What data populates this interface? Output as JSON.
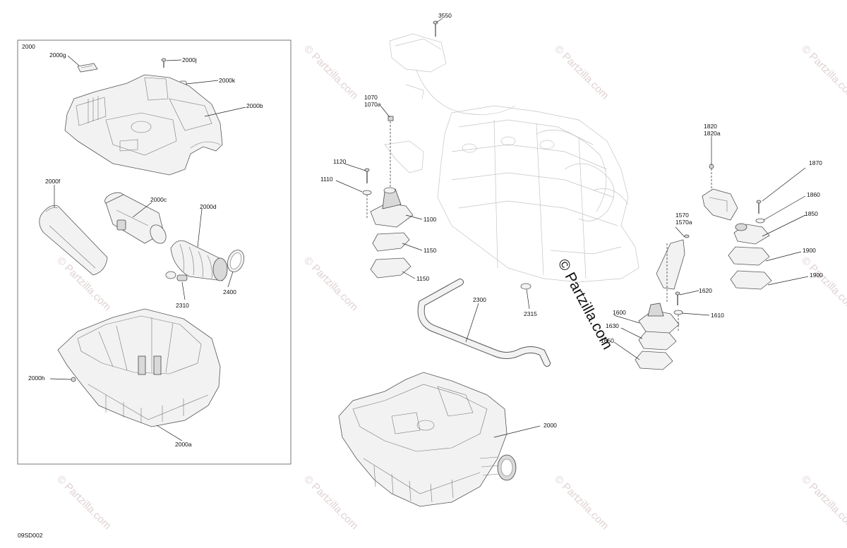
{
  "diagram": {
    "figure_code": "09SD002",
    "inset_title": "2000",
    "watermark_text": "© Partzilla.com",
    "main_watermark": "© Partzilla.com",
    "callouts": {
      "c2000g": "2000g",
      "c2000j": "2000j",
      "c2000k": "2000k",
      "c2000b": "2000b",
      "c2000f": "2000f",
      "c2000c": "2000c",
      "c2000d": "2000d",
      "c2310": "2310",
      "c2400": "2400",
      "c2000h": "2000h",
      "c2000a": "2000a",
      "c3550": "3550",
      "c1070": "1070",
      "c1070a": "1070a",
      "c1120": "1120",
      "c1110": "1110",
      "c1100": "1100",
      "c1150a": "1150",
      "c1150b": "1150",
      "c2300": "2300",
      "c2315": "2315",
      "c2000": "2000",
      "c1820": "1820",
      "c1820a": "1820a",
      "c1870": "1870",
      "c1860": "1860",
      "c1850": "1850",
      "c1900a": "1900",
      "c1900b": "1900",
      "c1570": "1570",
      "c1570a": "1570a",
      "c1620": "1620",
      "c1610": "1610",
      "c1600": "1600",
      "c1630": "1630",
      "c1650": "1650"
    }
  }
}
